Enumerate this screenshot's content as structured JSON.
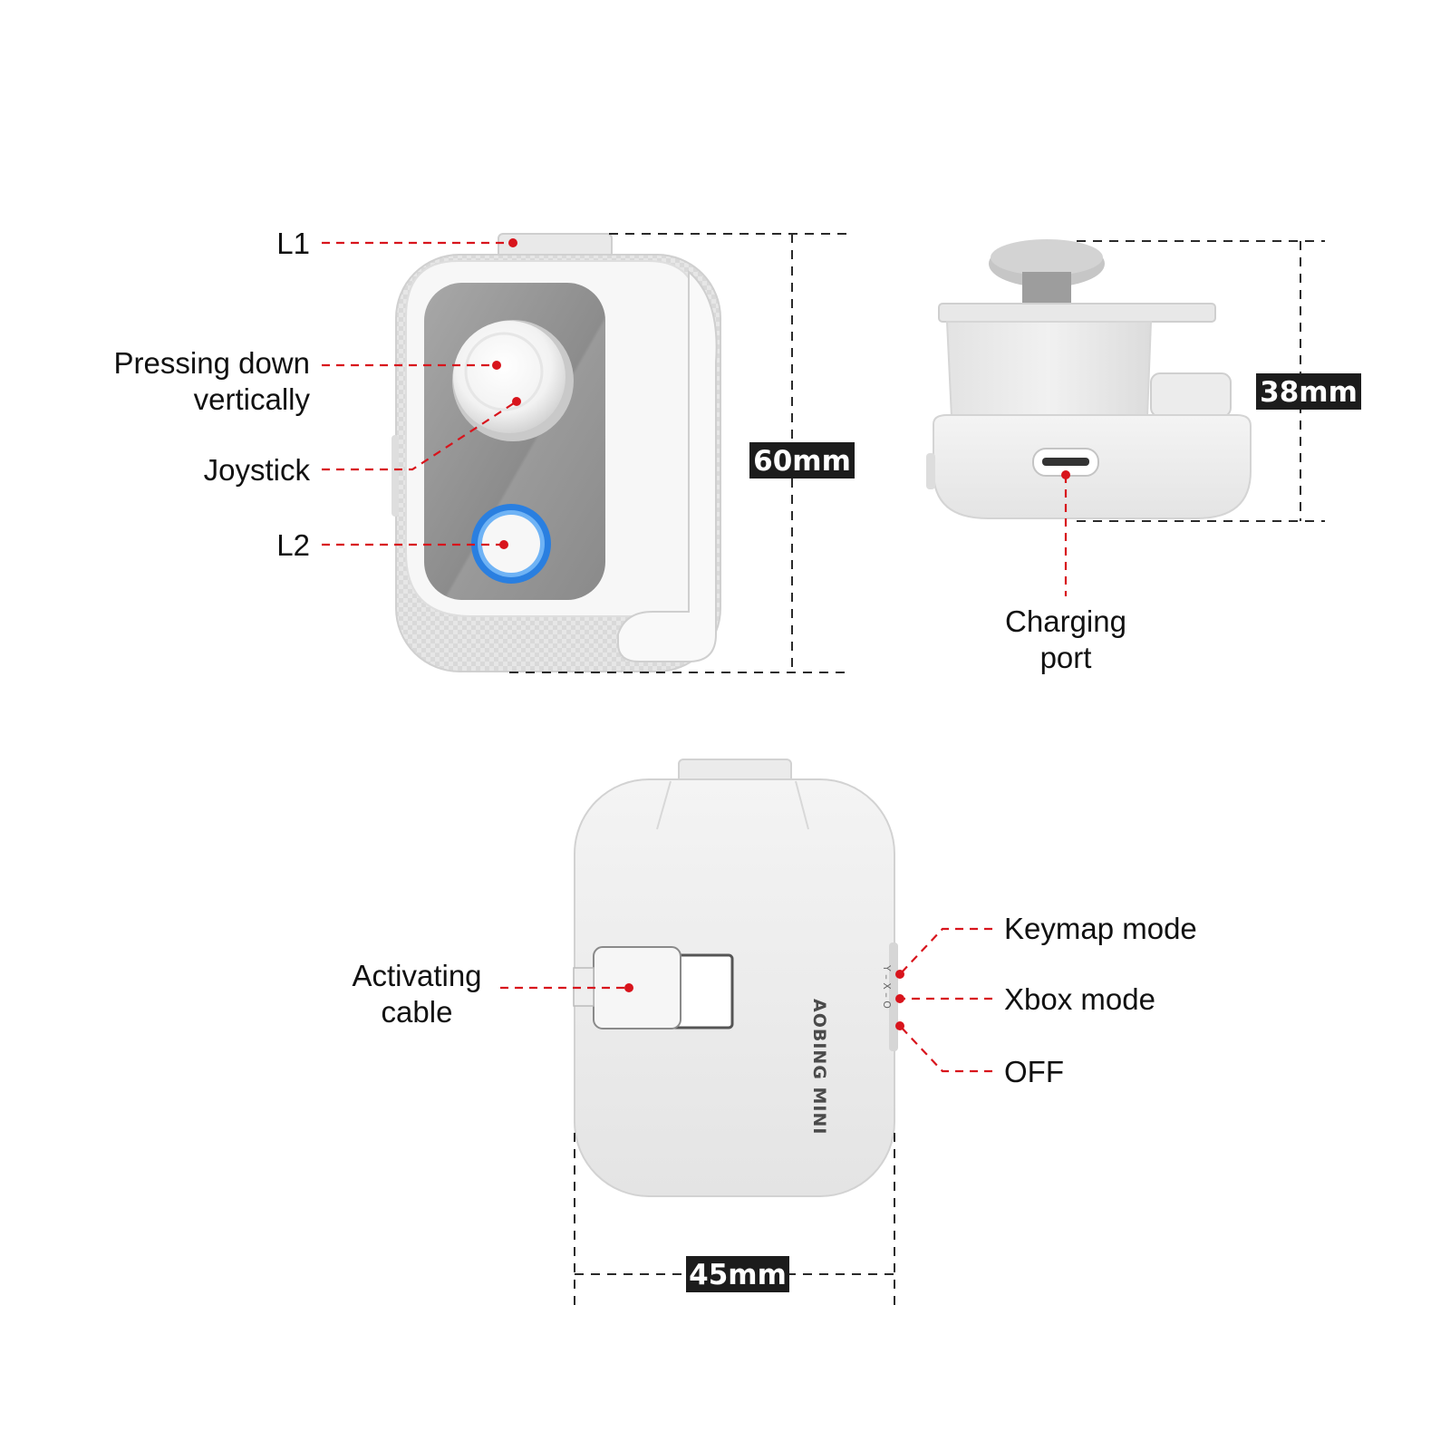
{
  "front_view": {
    "labels": {
      "l1": "L1",
      "pressing_line1": "Pressing down",
      "pressing_line2": "vertically",
      "joystick": "Joystick",
      "l2": "L2"
    },
    "height_dimension": "60mm"
  },
  "side_view": {
    "height_dimension": "38mm",
    "charging_line1": "Charging",
    "charging_line2": "port"
  },
  "back_view": {
    "brand_text": "AOBING MINI",
    "switch_marks": "Y – X – O",
    "width_dimension": "45mm",
    "labels": {
      "activating_line1": "Activating",
      "activating_line2": "cable",
      "keymap_mode": "Keymap mode",
      "xbox_mode": "Xbox mode",
      "off": "OFF"
    }
  },
  "colors": {
    "leader": "#d8141c",
    "dimension_box": "#1c1c1c",
    "device_white": "#f2f2f2",
    "device_grey": "#8f8f8f",
    "l2_ring": "#2a7fe0"
  }
}
